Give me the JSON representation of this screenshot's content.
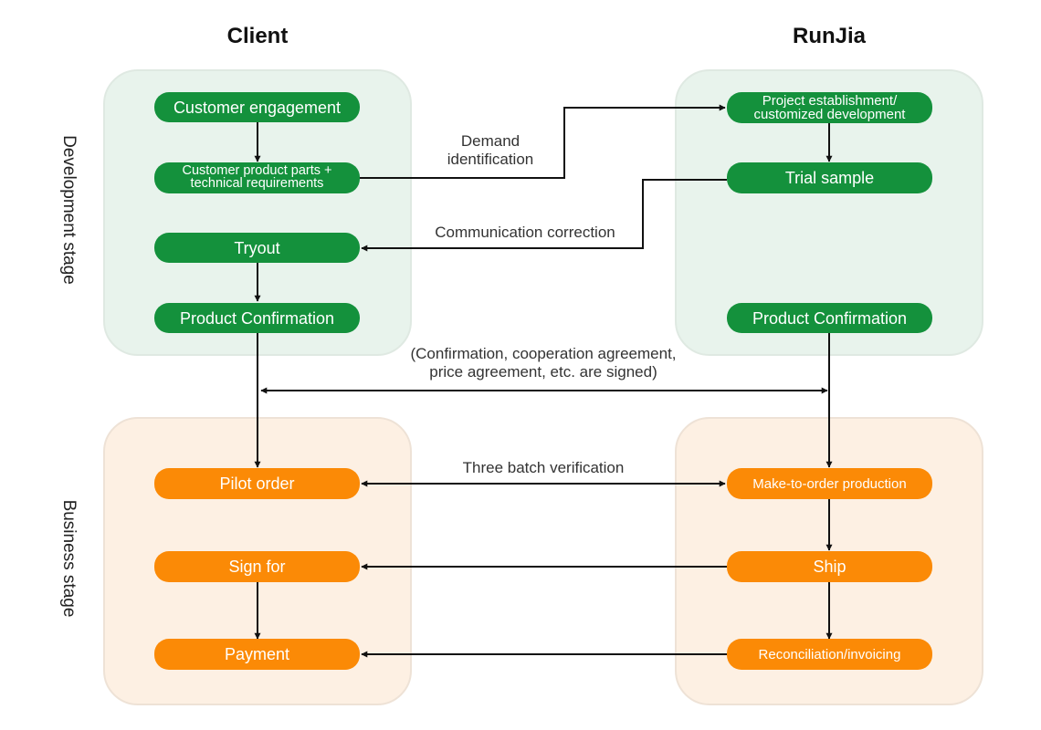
{
  "columns": {
    "left": "Client",
    "right": "RunJia"
  },
  "stages": {
    "development": "Development stage",
    "business": "Business stage"
  },
  "client": {
    "engagement": "Customer engagement",
    "parts_line1": "Customer product parts +",
    "parts_line2": "technical requirements",
    "tryout": "Tryout",
    "confirmation": "Product Confirmation",
    "pilot_order": "Pilot order",
    "sign_for": "Sign for",
    "payment": "Payment"
  },
  "runjia": {
    "project_line1": "Project establishment/",
    "project_line2": "customized development",
    "trial_sample": "Trial sample",
    "confirmation": "Product Confirmation",
    "production": "Make-to-order production",
    "ship": "Ship",
    "reconciliation": "Reconciliation/invoicing"
  },
  "annotations": {
    "demand_line1": "Demand",
    "demand_line2": "identification",
    "communication": "Communication correction",
    "agreement_line1": "(Confirmation, cooperation agreement,",
    "agreement_line2": "price agreement, etc. are signed)",
    "verification": "Three batch verification"
  },
  "colors": {
    "green": "#14913c",
    "orange": "#fb8a06",
    "dev_panel": "#e8f3ec",
    "biz_panel": "#fdf0e3"
  }
}
